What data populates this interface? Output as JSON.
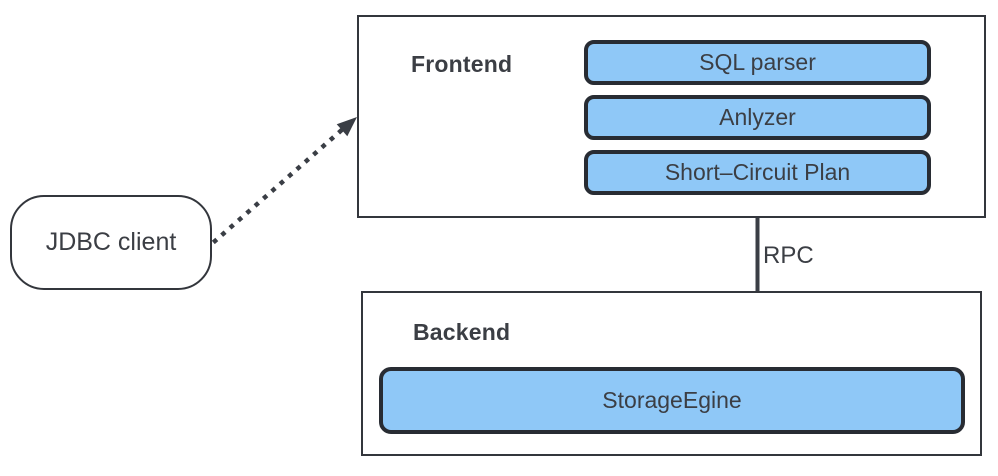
{
  "diagram": {
    "client": {
      "label": "JDBC client"
    },
    "frontend": {
      "title": "Frontend",
      "modules": [
        {
          "label": "SQL parser"
        },
        {
          "label": "Anlyzer"
        },
        {
          "label": "Short–Circuit Plan"
        }
      ]
    },
    "backend": {
      "title": "Backend",
      "modules": [
        {
          "label": "StorageEgine"
        }
      ]
    },
    "edges": {
      "client_to_frontend": {
        "style": "dotted-arrow"
      },
      "frontend_to_backend": {
        "style": "solid-arrow",
        "label": "RPC"
      }
    }
  },
  "colors": {
    "module_fill": "#8FC8F7",
    "module_border": "#282C33",
    "container_border": "#33363C",
    "arrow": "#3A3E45",
    "text": "#3B3E44",
    "canvas_bg": "#FFFFFF"
  }
}
